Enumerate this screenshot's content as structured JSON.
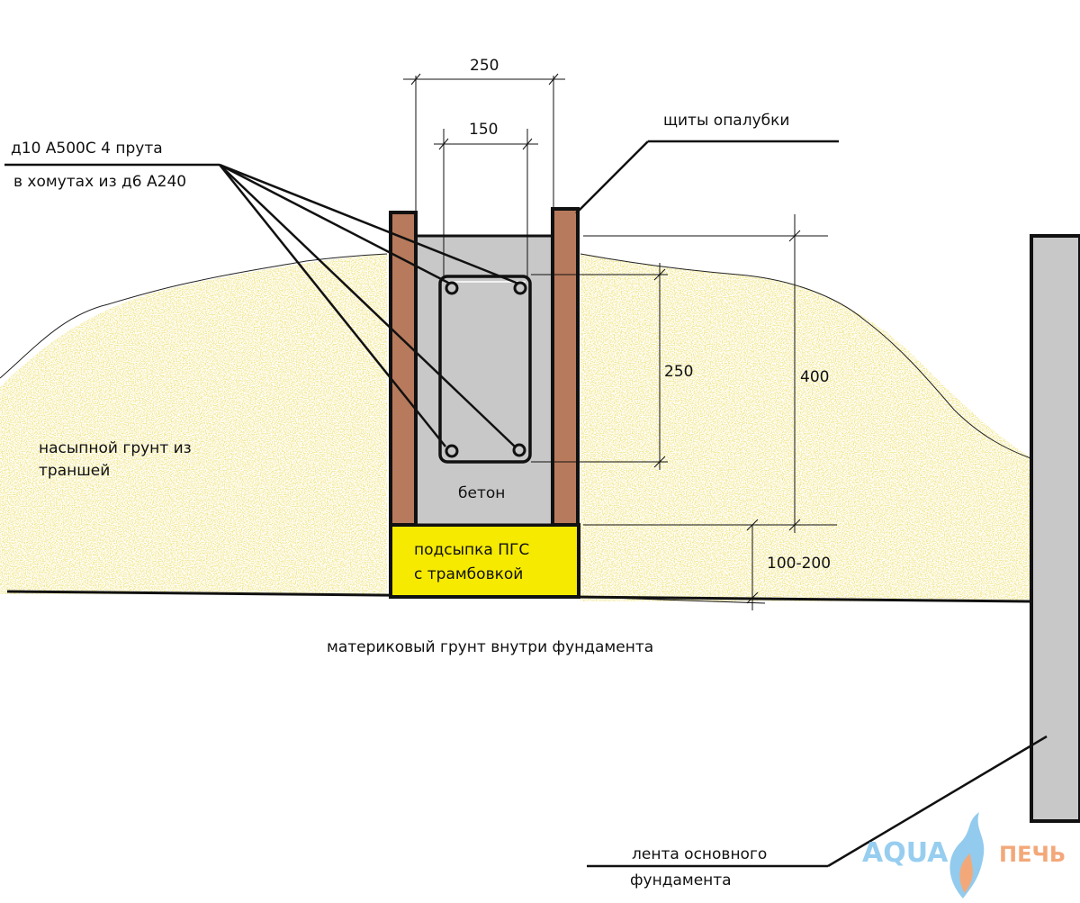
{
  "labels": {
    "rebar_line1": "д10 А500С 4 прута",
    "rebar_line2": "в хомутах из д6 А240",
    "formwork": "щиты опалубки",
    "fill_soil_line1": "насыпной грунт из",
    "fill_soil_line2": "траншей",
    "concrete": "бетон",
    "sand_line1": "подсыпка ПГС",
    "sand_line2": "с трамбовкой",
    "native_soil": "материковый грунт внутри фундамента",
    "main_strip_line1": "лента основного",
    "main_strip_line2": "фундамента"
  },
  "dimensions": {
    "width_total": "250",
    "width_cage": "150",
    "height_cage": "250",
    "height_total": "400",
    "sand_depth": "100-200"
  },
  "logo": {
    "left": "AQUA",
    "right": "ПЕЧЬ"
  },
  "colors": {
    "soil": "#e3cf4c",
    "formwork": "#b87a5c",
    "concrete": "#c8c8c8",
    "sand_bed": "#f5ea00",
    "main_strip": "#c8c8c8"
  }
}
